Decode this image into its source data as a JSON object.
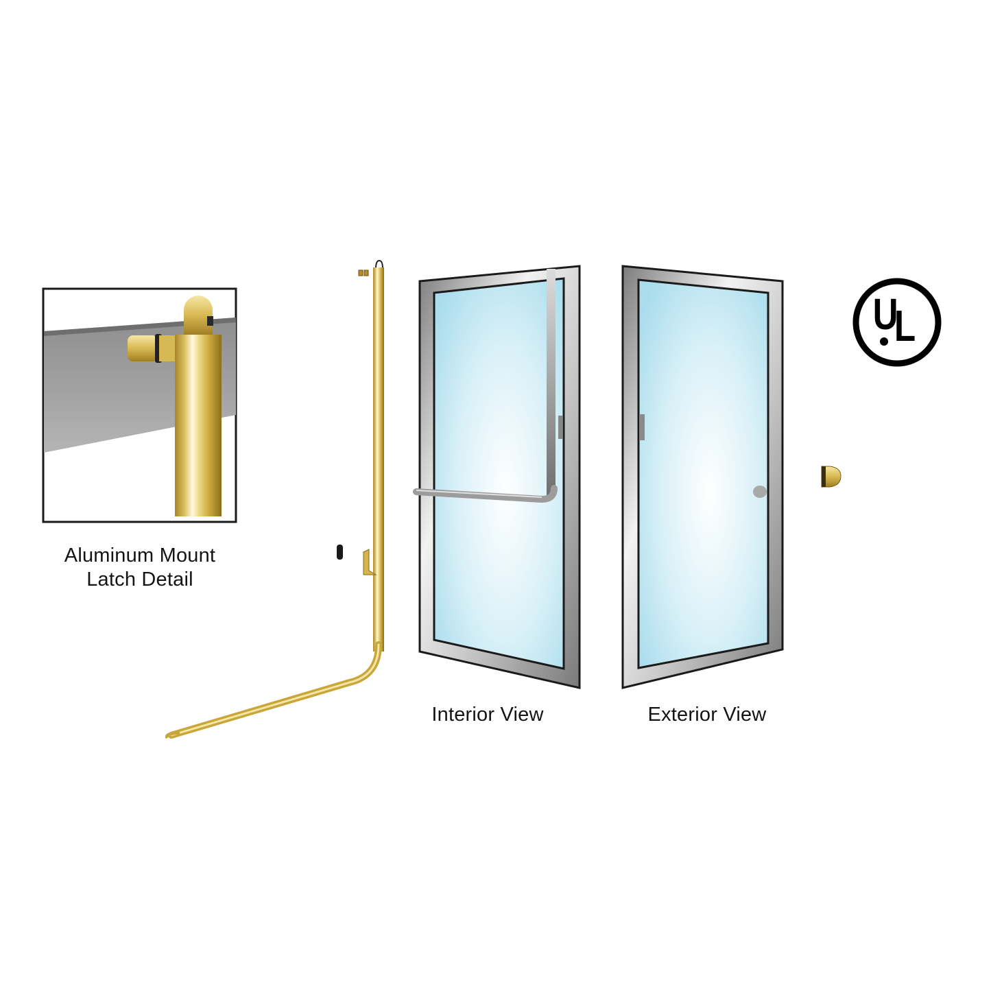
{
  "detail_inset": {
    "caption_line1": "Aluminum Mount",
    "caption_line2": "Latch Detail"
  },
  "views": {
    "interior_label": "Interior View",
    "exterior_label": "Exterior View"
  },
  "certification": {
    "logo_text_u": "U",
    "logo_text_l": "L",
    "icon": "ul-listed-icon"
  },
  "colors": {
    "brass": "#c9a63a",
    "brass_light": "#f3e19a",
    "frame_gray": "#9a9a9a",
    "glass_blue": "#bfe6f2",
    "outline": "#1a1a1a"
  }
}
